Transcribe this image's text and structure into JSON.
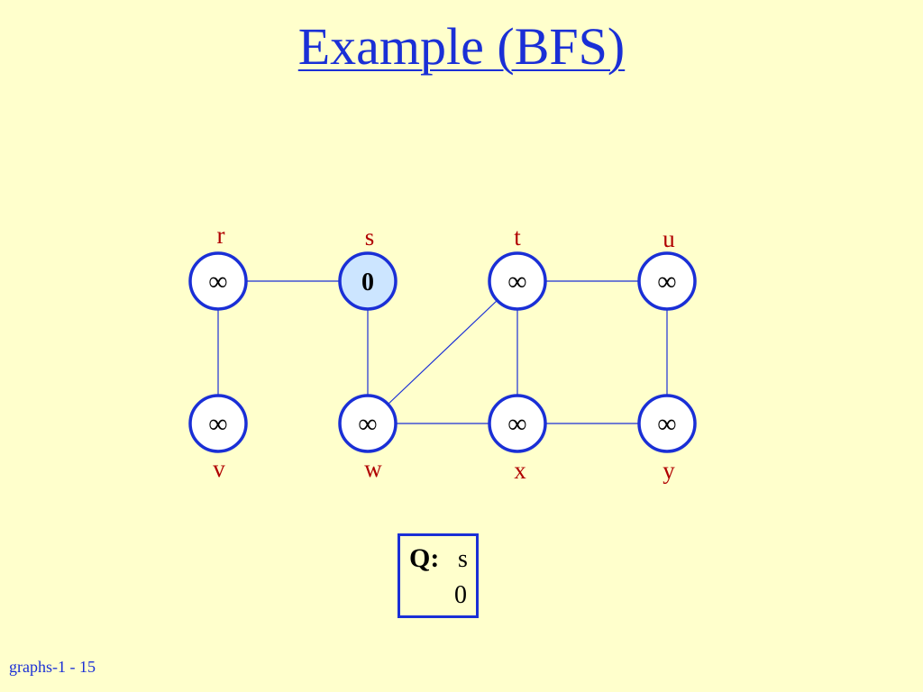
{
  "title": "Example (BFS)",
  "footer": "graphs-1 - 15",
  "colors": {
    "background": "#FFFFCC",
    "accent_blue": "#1A2FD6",
    "label_red": "#B00000",
    "source_fill": "#CCE5FF",
    "node_fill": "#FFFFFF"
  },
  "nodes": [
    {
      "id": "r",
      "label": "r",
      "value": "∞",
      "highlighted": false
    },
    {
      "id": "s",
      "label": "s",
      "value": "0",
      "highlighted": true
    },
    {
      "id": "t",
      "label": "t",
      "value": "∞",
      "highlighted": false
    },
    {
      "id": "u",
      "label": "u",
      "value": "∞",
      "highlighted": false
    },
    {
      "id": "v",
      "label": "v",
      "value": "∞",
      "highlighted": false
    },
    {
      "id": "w",
      "label": "w",
      "value": "∞",
      "highlighted": false
    },
    {
      "id": "x",
      "label": "x",
      "value": "∞",
      "highlighted": false
    },
    {
      "id": "y",
      "label": "y",
      "value": "∞",
      "highlighted": false
    }
  ],
  "edges": [
    [
      "r",
      "s"
    ],
    [
      "r",
      "v"
    ],
    [
      "s",
      "w"
    ],
    [
      "w",
      "t"
    ],
    [
      "w",
      "x"
    ],
    [
      "t",
      "u"
    ],
    [
      "t",
      "x"
    ],
    [
      "x",
      "y"
    ],
    [
      "u",
      "y"
    ]
  ],
  "queue": {
    "label": "Q:",
    "vertex": "s",
    "distance": "0"
  }
}
